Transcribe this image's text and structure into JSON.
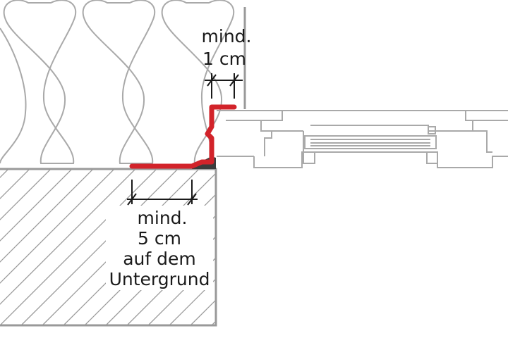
{
  "colors": {
    "insulation_stroke": "#a9a9a9",
    "structure_stroke": "#999999",
    "hatch_stroke": "#9a9a9a",
    "membrane": "#d2232a",
    "dark_filler": "#3c3c3c",
    "dimension_line": "#1a1a1a",
    "background": "#ffffff"
  },
  "labels": {
    "top_dimension": {
      "line1": "mind.",
      "line2": "1 cm"
    },
    "bottom_dimension": {
      "line1": "mind.",
      "line2": "5 cm",
      "line3": "auf dem",
      "line4": "Untergrund"
    }
  },
  "components": {
    "insulation": "insulation-batts",
    "substrate": "hatched-substrate",
    "membrane": "sealing-membrane",
    "window": "window-frame-section"
  }
}
